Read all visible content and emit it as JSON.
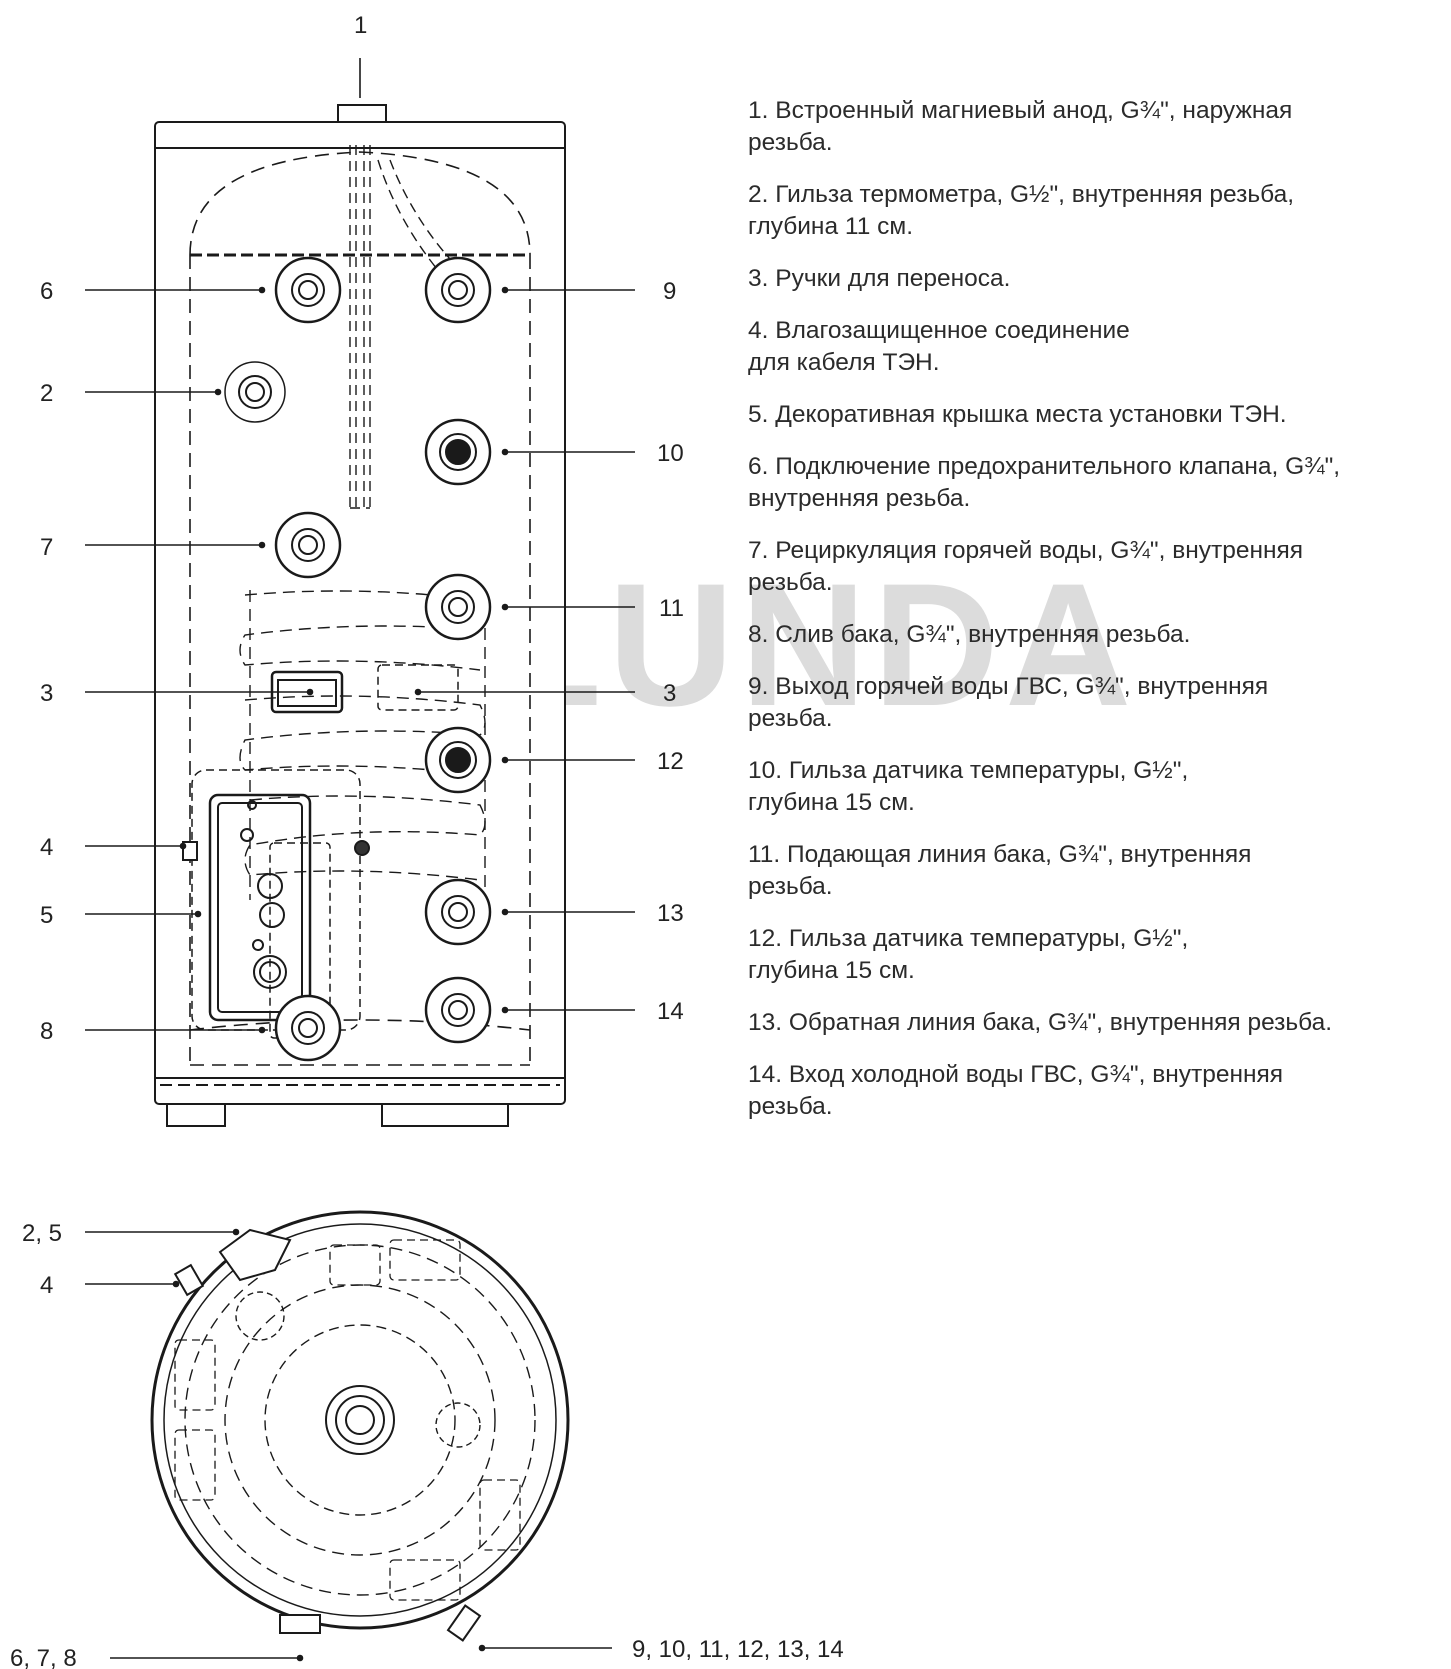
{
  "watermark": "©LUNDA",
  "front_callouts_left": [
    "6",
    "2",
    "7",
    "3",
    "4",
    "5",
    "8"
  ],
  "front_callouts_right": [
    "1",
    "9",
    "10",
    "11",
    "3",
    "12",
    "13",
    "14"
  ],
  "top_callouts": [
    "2, 5",
    "4",
    "6, 7, 8",
    "9, 10, 11, 12, 13, 14"
  ],
  "legend": [
    "1. Встроенный магниевый анод, G¾\", наружная\nрезьба.",
    "2. Гильза термометра, G½\", внутренняя резьба,\nглубина 11 см.",
    "3. Ручки для переноса.",
    "4. Влагозащищенное соединение\nдля кабеля ТЭН.",
    "5. Декоративная крышка места установки ТЭН.",
    "6. Подключение предохранительного клапана, G¾\",\nвнутренняя резьба.",
    "7. Рециркуляция горячей воды, G¾\", внутренняя\nрезьба.",
    "8. Слив бака, G¾\", внутренняя резьба.",
    "9. Выход горячей воды ГВС, G¾\", внутренняя\nрезьба.",
    "10. Гильза датчика температуры, G½\",\nглубина 15 см.",
    "11. Подающая линия бака, G¾\", внутренняя\nрезьба.",
    "12. Гильза датчика температуры, G½\",\nглубина 15 см.",
    "13. Обратная линия бака, G¾\", внутренняя резьба.",
    "14. Вход холодной воды ГВС, G¾\", внутренняя\nрезьба."
  ]
}
